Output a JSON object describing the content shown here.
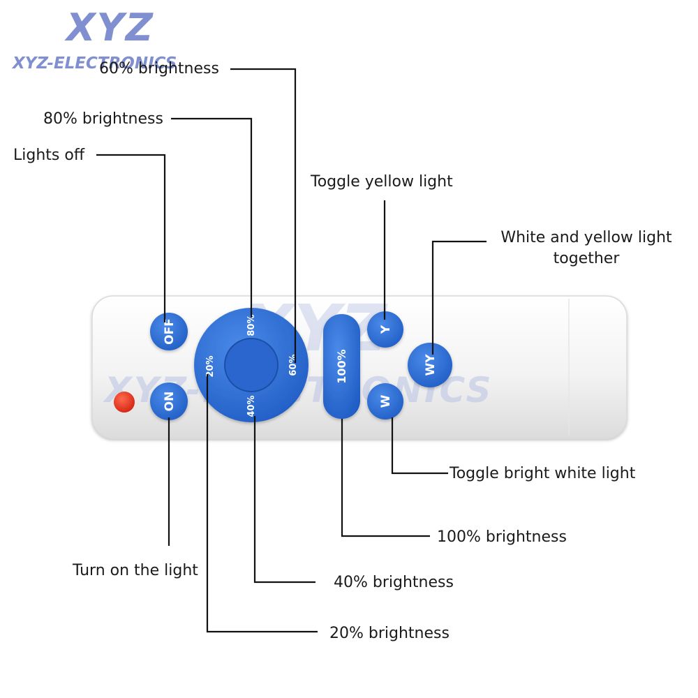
{
  "watermark": {
    "logo": "XYZ",
    "brand": "XYZ-ELECTRONICS"
  },
  "remote": {
    "buttons": {
      "off": "OFF",
      "on": "ON",
      "pct80": "80%",
      "pct60": "60%",
      "pct40": "40%",
      "pct20": "20%",
      "pct100": "100%",
      "y": "Y",
      "wy": "WY",
      "w": "W"
    }
  },
  "callouts": {
    "pct60": "60% brightness",
    "pct80": "80% brightness",
    "lights_off": "Lights off",
    "toggle_yellow": "Toggle yellow light",
    "white_yellow_line1": "White and yellow light",
    "white_yellow_line2": "together",
    "toggle_white": "Toggle bright white light",
    "pct100": "100% brightness",
    "turn_on": "Turn on the light",
    "pct40": "40% brightness",
    "pct20": "20% brightness"
  },
  "colors": {
    "button_blue": "#2f6fd6",
    "indicator_red": "#e8321e",
    "remote_body": "#f4f4f4"
  }
}
